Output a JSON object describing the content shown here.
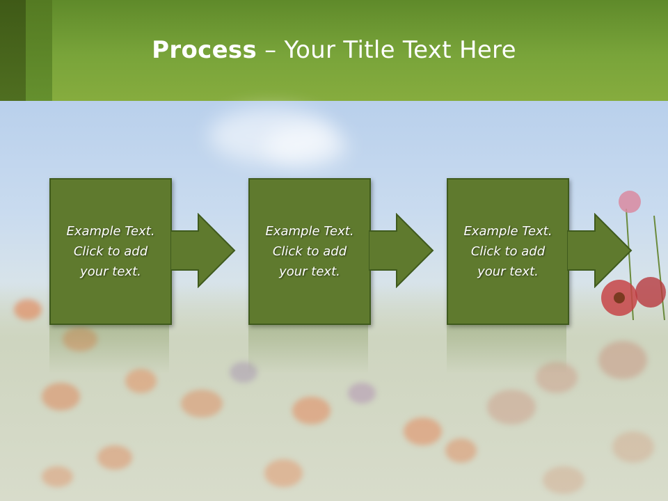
{
  "slide": {
    "title_bold": "Process",
    "title_rest": " – Your Title Text Here"
  },
  "steps": [
    {
      "line1": "Example Text.",
      "line2": "Click  to add",
      "line3": "your text."
    },
    {
      "line1": "Example Text.",
      "line2": "Click  to add",
      "line3": "your text."
    },
    {
      "line1": "Example Text.",
      "line2": "Click  to add",
      "line3": "your text."
    }
  ],
  "colors": {
    "header_green": "#79a43a",
    "box_green": "#5f7a2e",
    "text": "#ffffff"
  }
}
